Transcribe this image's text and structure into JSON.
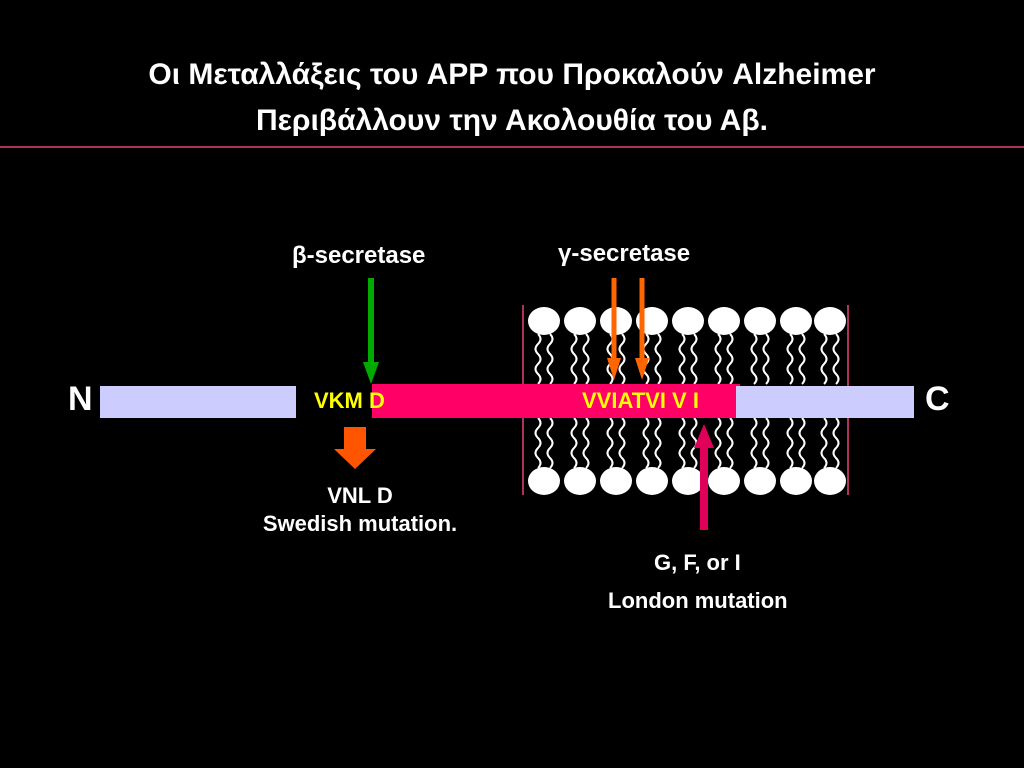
{
  "slide": {
    "title_line1": "Οι Μεταλλάξεις του APP που Προκαλούν Alzheimer",
    "title_line2": "Περιβάλλουν την Ακολουθία του Αβ."
  },
  "diagram": {
    "n_label": "N",
    "c_label": "C",
    "beta_secretase": "β-secretase",
    "gamma_secretase": "γ-secretase",
    "seq_left": "VKM D",
    "seq_right": "VVIATVI V I",
    "swedish_sequence": "VNL D",
    "swedish_label": "Swedish mutation.",
    "london_variants": "G, F, or I",
    "london_label": "London mutation"
  },
  "colors": {
    "background": "#000000",
    "text": "#ffffff",
    "sequence_text": "#ffff00",
    "abeta_region": "#ff0066",
    "terminal_boxes": "#ccccff",
    "beta_arrow": "#00aa00",
    "gamma_arrows": "#ff6600",
    "swedish_arrow": "#ff5500",
    "london_arrow": "#e0005a",
    "membrane_line": "#b03060"
  }
}
